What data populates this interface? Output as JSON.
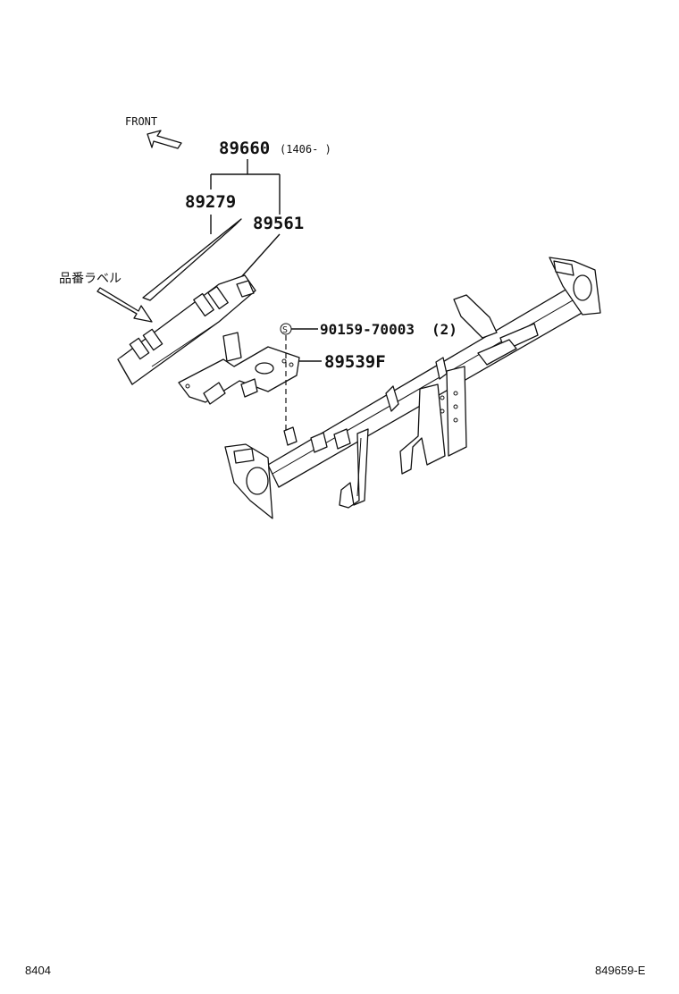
{
  "orientation": {
    "front_label": "FRONT"
  },
  "callouts": {
    "assembly": {
      "part_no": "89660",
      "note": "(1406-       )"
    },
    "sub_a": {
      "part_no": "89279"
    },
    "sub_b": {
      "part_no": "89561"
    },
    "label_note": {
      "text": "品番ラベル"
    },
    "screw": {
      "symbol": "S",
      "part_no": "90159-70003",
      "qty": "(2)"
    },
    "bracket": {
      "part_no": "89539F"
    }
  },
  "footer": {
    "left_code": "8404",
    "right_code": "849659-E"
  },
  "icons": [
    "front-arrow-icon",
    "screw-symbol-icon"
  ]
}
